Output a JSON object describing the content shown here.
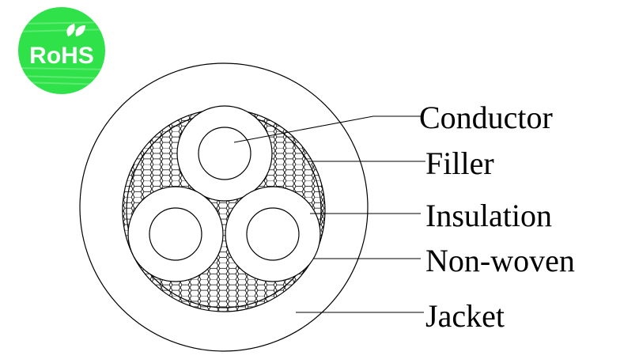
{
  "badge": {
    "text": "RoHS",
    "color": "#2fe24a",
    "highlight_color": "#7df08a"
  },
  "diagram": {
    "stroke_color": "#000000",
    "background": "#ffffff",
    "labels": {
      "conductor": "Conductor",
      "filler": "Filler",
      "insulation": "Insulation",
      "non_woven": "Non-woven",
      "jacket": "Jacket"
    }
  }
}
